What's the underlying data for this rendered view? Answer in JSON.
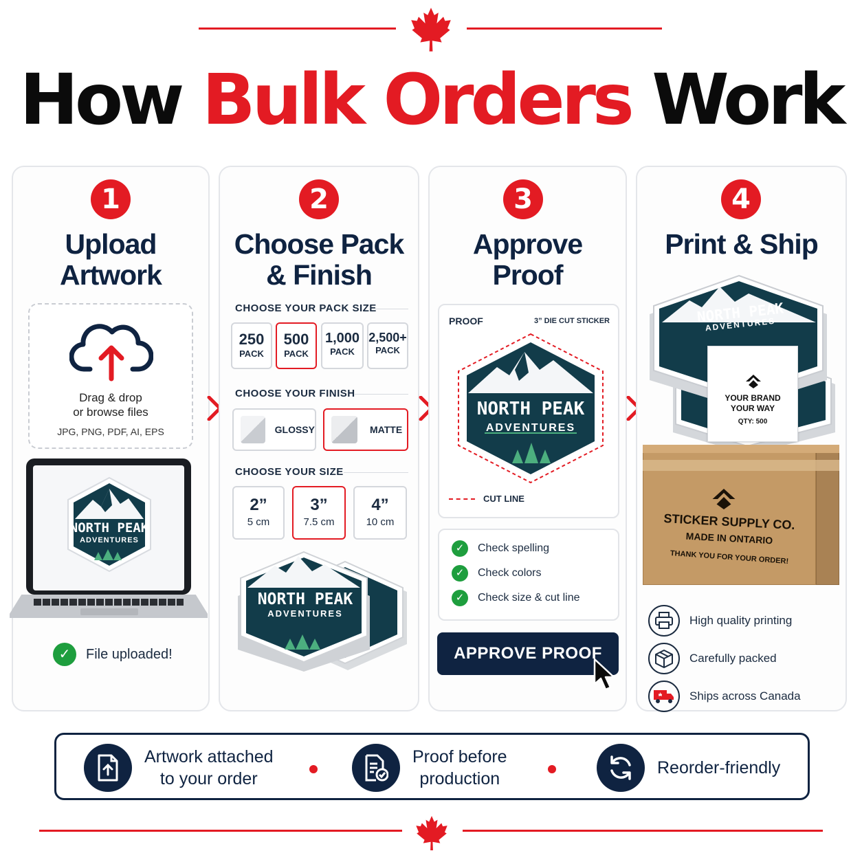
{
  "colors": {
    "brand_red": "#e31b23",
    "navy": "#0f2341",
    "check_green": "#1e9e3e"
  },
  "headline": {
    "part1": "How",
    "part2": "Bulk Orders",
    "part3": "Work"
  },
  "step1": {
    "number": "1",
    "title_line1": "Upload",
    "title_line2": "Artwork",
    "upload_icon": "cloud-upload-icon",
    "drag_line1": "Drag & drop",
    "drag_line2": "or browse files",
    "formats": "JPG, PNG, PDF, AI, EPS",
    "sticker_line1": "NORTH PEAK",
    "sticker_line2": "ADVENTURES",
    "status": "File uploaded!"
  },
  "step2": {
    "number": "2",
    "title_line1": "Choose Pack",
    "title_line2": "& Finish",
    "pack_heading": "CHOOSE YOUR PACK SIZE",
    "packs": [
      {
        "value": "250",
        "unit": "PACK",
        "selected": false
      },
      {
        "value": "500",
        "unit": "PACK",
        "selected": true
      },
      {
        "value": "1,000",
        "unit": "PACK",
        "selected": false
      },
      {
        "value": "2,500+",
        "unit": "PACK",
        "selected": false
      }
    ],
    "finish_heading": "CHOOSE YOUR FINISH",
    "finishes": [
      {
        "label": "GLOSSY",
        "selected": false
      },
      {
        "label": "MATTE",
        "selected": true
      }
    ],
    "size_heading": "CHOOSE YOUR SIZE",
    "sizes": [
      {
        "inch": "2”",
        "cm": "5 cm",
        "selected": false
      },
      {
        "inch": "3”",
        "cm": "7.5 cm",
        "selected": true
      },
      {
        "inch": "4”",
        "cm": "10 cm",
        "selected": false
      }
    ],
    "sticker_line1": "NORTH PEAK",
    "sticker_line2": "ADVENTURES"
  },
  "step3": {
    "number": "3",
    "title_line1": "Approve",
    "title_line2": "Proof",
    "proof_label": "PROOF",
    "proof_spec": "3” DIE CUT STICKER",
    "sticker_line1": "NORTH PEAK",
    "sticker_line2": "ADVENTURES",
    "cut_line_label": "CUT LINE",
    "checks": [
      "Check spelling",
      "Check colors",
      "Check size & cut line"
    ],
    "approve_button": "APPROVE PROOF"
  },
  "step4": {
    "number": "4",
    "title": "Print & Ship",
    "sticker_line1": "NORTH PEAK",
    "sticker_line2": "ADVENTURES",
    "band_line1": "YOUR BRAND",
    "band_line2": "YOUR WAY",
    "band_qty": "QTY: 500",
    "box_line1": "STICKER SUPPLY CO.",
    "box_line2": "MADE IN ONTARIO",
    "box_line3": "THANK YOU FOR YOUR ORDER!",
    "features": [
      {
        "icon": "printer-icon",
        "label": "High quality printing"
      },
      {
        "icon": "package-icon",
        "label": "Carefully packed"
      },
      {
        "icon": "delivery-truck-icon",
        "label": "Ships across Canada"
      }
    ]
  },
  "bottom": {
    "items": [
      {
        "icon": "file-upload-icon",
        "line1": "Artwork attached",
        "line2": "to your order"
      },
      {
        "icon": "document-check-icon",
        "line1": "Proof before",
        "line2": "production"
      },
      {
        "icon": "refresh-icon",
        "line1": "Reorder-friendly",
        "line2": ""
      }
    ]
  }
}
